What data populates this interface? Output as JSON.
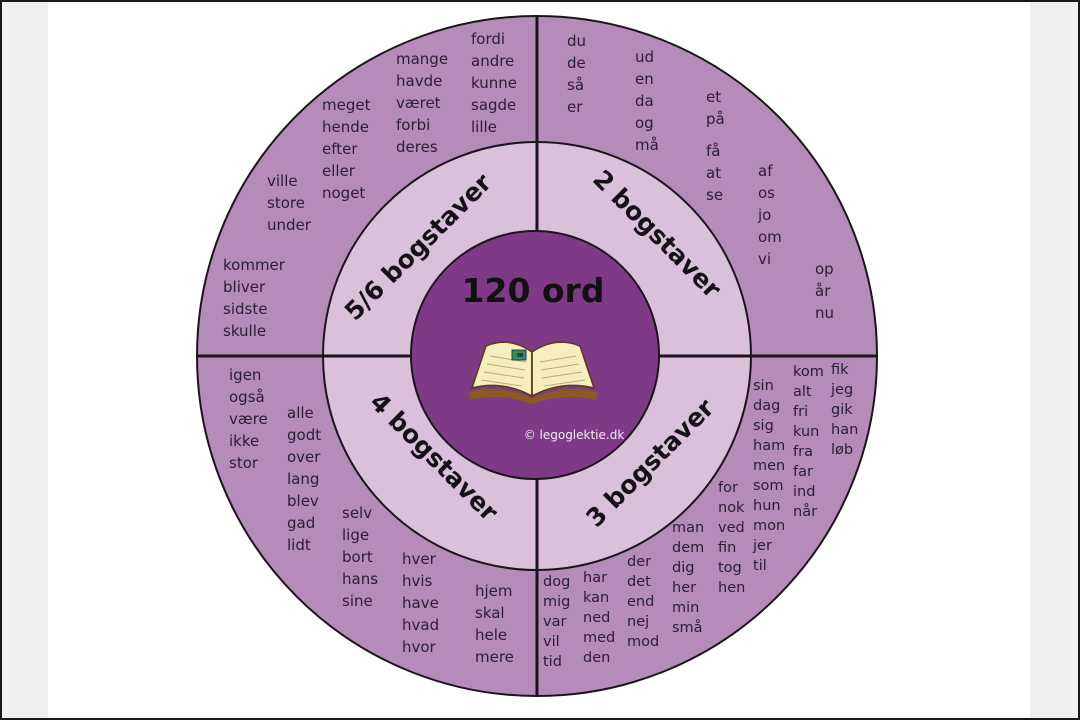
{
  "center": {
    "title": "120 ord",
    "copyright": "© legoglektie.dk"
  },
  "ring_labels": {
    "top_right": "2 bogstaver",
    "bottom_right": "3 bogstaver",
    "bottom_left": "4 bogstaver",
    "top_left": "5/6 bogstaver"
  },
  "words": {
    "two_letters": [
      [
        "du",
        "de",
        "så",
        "er"
      ],
      [
        "ud",
        "en",
        "da",
        "og",
        "må"
      ],
      [
        "et",
        "på"
      ],
      [
        "få",
        "at",
        "se"
      ],
      [
        "af",
        "os",
        "jo",
        "om",
        "vi"
      ],
      [
        "op",
        "år",
        "nu"
      ]
    ],
    "three_letters": [
      [
        "kom",
        "alt",
        "fri",
        "kun",
        "fra",
        "far",
        "ind",
        "når"
      ],
      [
        "fik",
        "jeg",
        "gik",
        "han",
        "løb"
      ],
      [
        "sin",
        "dag",
        "sig",
        "ham",
        "men",
        "som",
        "hun",
        "mon",
        "jer",
        "til"
      ],
      [
        "for",
        "nok",
        "ved",
        "fin",
        "tog",
        "hen"
      ],
      [
        "man",
        "dem",
        "dig",
        "her",
        "min",
        "små"
      ],
      [
        "der",
        "det",
        "end",
        "nej",
        "mod"
      ],
      [
        "har",
        "kan",
        "ned",
        "med",
        "den"
      ],
      [
        "dog",
        "mig",
        "var",
        "vil",
        "tid"
      ]
    ],
    "four_letters": [
      [
        "igen",
        "også",
        "være",
        "ikke",
        "stor"
      ],
      [
        "alle",
        "godt",
        "over",
        "lang",
        "blev",
        "gad",
        "lidt"
      ],
      [
        "selv",
        "lige",
        "bort",
        "hans",
        "sine"
      ],
      [
        "hver",
        "hvis",
        "have",
        "hvad",
        "hvor"
      ],
      [
        "hjem",
        "skal",
        "hele",
        "mere"
      ]
    ],
    "five_six_letters": [
      [
        "kommer",
        "bliver",
        "sidste",
        "skulle"
      ],
      [
        "ville",
        "store",
        "under"
      ],
      [
        "meget",
        "hende",
        "efter",
        "eller",
        "noget"
      ],
      [
        "mange",
        "havde",
        "været",
        "forbi",
        "deres"
      ],
      [
        "fordi",
        "andre",
        "kunne",
        "sagde",
        "lille"
      ]
    ]
  },
  "colors": {
    "outer_ring": "#b58bba",
    "middle_ring": "#dbc0dc",
    "center_disc": "#7e3a86",
    "divider": "#1c141c",
    "text": "#2b1d33"
  },
  "icons": {
    "center_image": "open-book-icon"
  }
}
